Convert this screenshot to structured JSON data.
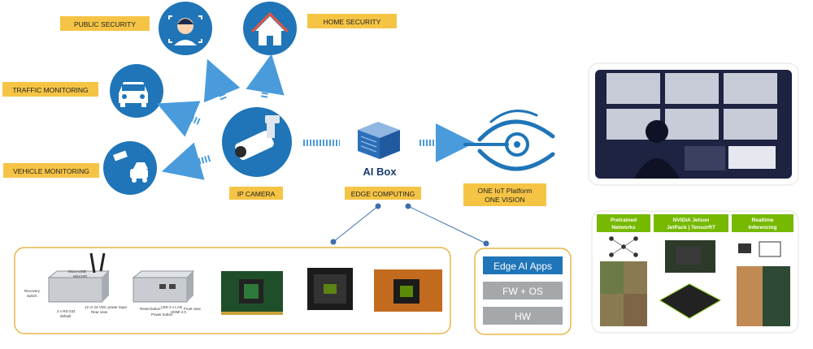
{
  "labels": {
    "public_security": "PUBLIC SECURITY",
    "home_security": "HOME SECURITY",
    "traffic_monitoring": "TRAFFIC MONITORING",
    "vehicle_monitoring": "VEHICLE MONITORING",
    "ip_camera": "IP CAMERA",
    "ai_box": "AI Box",
    "edge_computing": "EDGE COMPUTING",
    "platform_line1": "ONE IoT Platform",
    "platform_line2": "ONE VISION"
  },
  "stack": {
    "apps": "Edge AI Apps",
    "fw": "FW + OS",
    "hw": "HW"
  },
  "hardware": {
    "d1_a": "Micro-USB",
    "d1_b": "MicroSD",
    "d1_c": "Recovery",
    "d1_d": "switch",
    "d1_e": "12 or 24 VDC power input",
    "d1_f": "Rear view",
    "d1_g": "2 x RS-232",
    "d1_h": "default",
    "d2_a": "Reset button",
    "d2_b": "LED",
    "d2_c": "Power button",
    "d2_d": "2 x LAN",
    "d2_e": "HDMI 2.0",
    "d2_f": "Front view"
  },
  "nvidia": {
    "col1": "Pretrained",
    "col1b": "Networks",
    "col2": "NVIDIA Jetson",
    "col2b": "JetPack | TensorRT",
    "col3": "Realtime",
    "col3b": "Inferencing"
  },
  "colors": {
    "blue": "#1f75b8",
    "arrow": "#4a9bdb",
    "label_bg": "#f6c445",
    "border_gold": "#e8b54a",
    "nvidia_green": "#76b900"
  }
}
